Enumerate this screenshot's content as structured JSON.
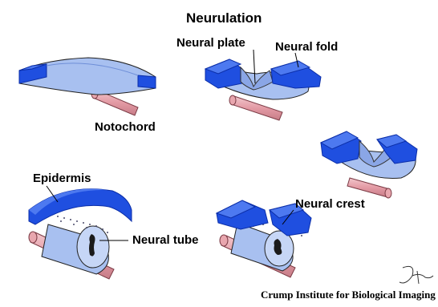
{
  "title": "Neurulation",
  "labels": {
    "neural_plate": "Neural plate",
    "neural_fold": "Neural fold",
    "notochord": "Notochord",
    "epidermis": "Epidermis",
    "neural_tube": "Neural tube",
    "neural_crest": "Neural crest"
  },
  "credit": "Crump Institute for Biological Imaging",
  "colors": {
    "epidermis_blue": "#1f4fe0",
    "epidermis_dark": "#0b2ea8",
    "neural_light": "#a8c0f0",
    "neural_mid": "#8aa6e6",
    "notochord": "#e8a6ae",
    "notochord_edge": "#7a3a44",
    "outline": "#222222"
  }
}
